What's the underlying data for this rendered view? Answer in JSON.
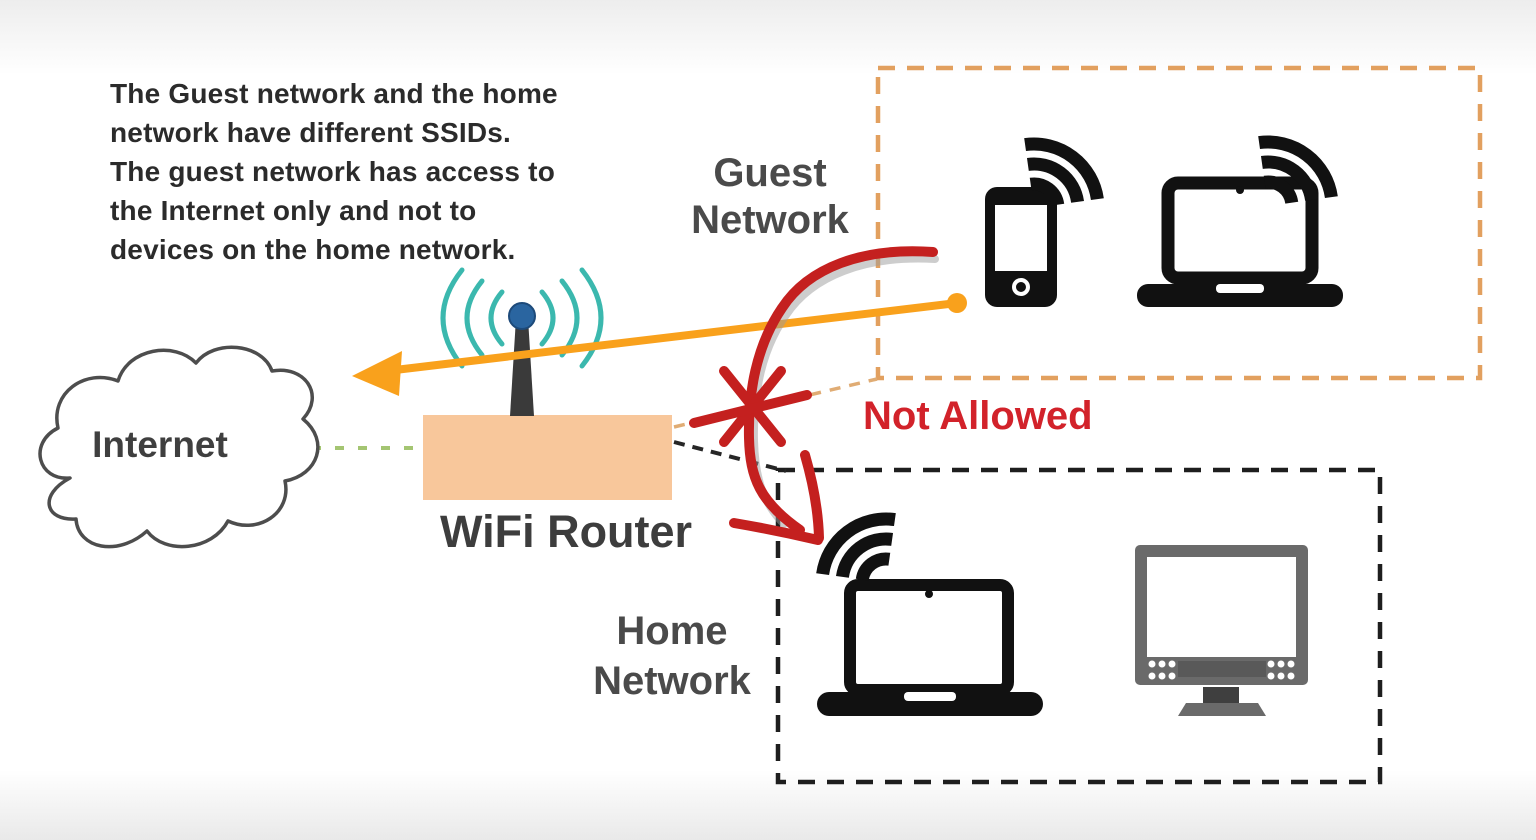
{
  "description": {
    "lines": [
      "The Guest network and the home",
      "network have different SSIDs.",
      "The guest network has access to",
      "the Internet only and not to",
      "devices on the home network."
    ]
  },
  "labels": {
    "internet": "Internet",
    "guest_network_line1": "Guest",
    "guest_network_line2": "Network",
    "home_network_line1": "Home",
    "home_network_line2": "Network",
    "wifi_router": "WiFi Router",
    "not_allowed": "Not Allowed"
  },
  "icons": {
    "cloud": "internet-cloud",
    "router": "wifi-router-with-antenna",
    "phone": "smartphone-with-wifi-signal",
    "guest_laptop": "laptop-with-wifi-signal",
    "home_laptop": "laptop-with-wifi-signal",
    "desktop": "desktop-monitor",
    "blocked": "red-cross-not-allowed",
    "allowed_path": "orange-arrow-to-internet",
    "blocked_path": "red-curved-arrow-to-home-network"
  },
  "colors": {
    "router_body": "#f8c79b",
    "router_wave_teal": "#3bb8ae",
    "antenna_tip_blue": "#2a65a0",
    "orange_arrow": "#f9a11c",
    "guest_box_dash": "#e2a05f",
    "tan_connector_dash": "#e0ac74",
    "home_box_dash": "#1e1e1e",
    "green_connector_dash": "#a4c572",
    "red_marker": "#c4201f",
    "not_allowed_text": "#d2222a",
    "label_gray": "#4a4a4a",
    "device_black": "#111111",
    "monitor_gray": "#6a6a6a"
  }
}
